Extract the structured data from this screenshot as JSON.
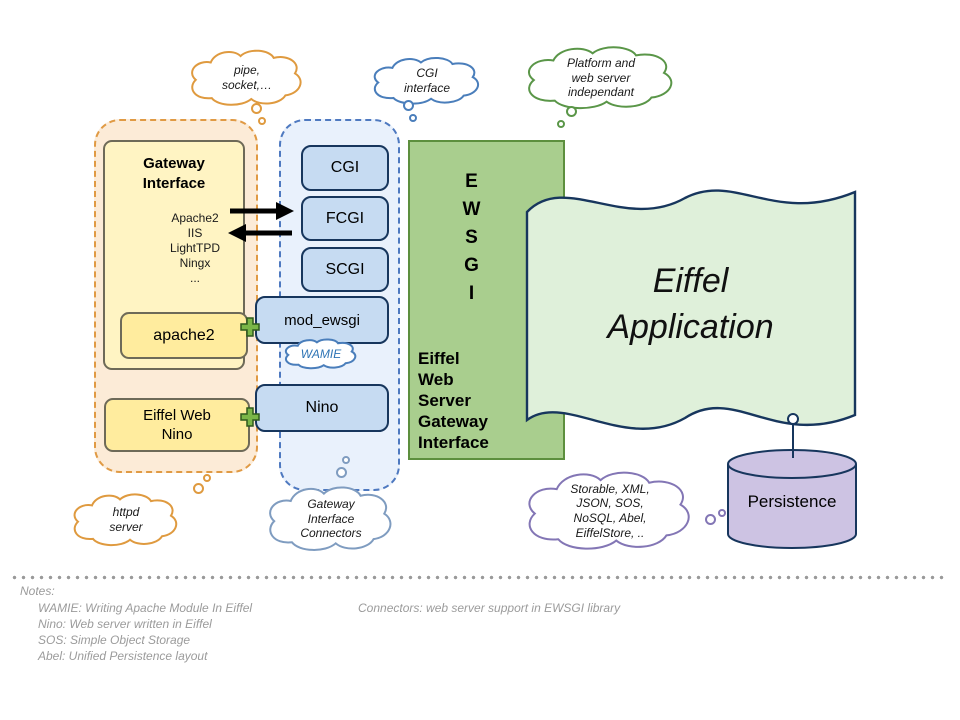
{
  "clouds": {
    "pipe_socket": "pipe,\nsocket,…",
    "cgi_interface": "CGI\ninterface",
    "platform_independent": "Platform and\nweb server\nindependant",
    "httpd_server": "httpd\nserver",
    "gateway_connectors": "Gateway\nInterface\nConnectors",
    "storable": "Storable, XML,\nJSON, SOS,\nNoSQL, Abel,\nEiffelStore, ..",
    "wamie": "WAMIE"
  },
  "gateway_panel": {
    "title": "Gateway\nInterface",
    "server_list": "Apache2\nIIS\nLightTPD\nNingx\n...",
    "apache2": "apache2",
    "eiffel_web_nino": "Eiffel Web\nNino"
  },
  "connector_boxes": {
    "cgi": "CGI",
    "fcgi": "FCGI",
    "scgi": "SCGI",
    "mod_ewsgi": "mod_ewsgi",
    "nino": "Nino"
  },
  "ewsgi": {
    "acronym": "E\nW\nS\nG\nI",
    "caption": "Eiffel\nWeb\nServer\nGateway\nInterface"
  },
  "application": {
    "title": "Eiffel\nApplication"
  },
  "persistence": {
    "label": "Persistence"
  },
  "notes": {
    "heading": "Notes:",
    "lines": [
      "WAMIE: Writing Apache Module In Eiffel",
      "Nino: Web server written in Eiffel",
      "SOS: Simple Object Storage",
      "Abel: Unified Persistence layout"
    ],
    "connectors_note": "Connectors: web server support in EWSGI library"
  },
  "colors": {
    "orange": "#df9a3f",
    "blue": "#4a7ebb",
    "green": "#5a9648",
    "navy": "#17365d",
    "purple": "#8376b5",
    "ewsgi_green": "#a9ce8e",
    "flag_green": "#dff0da",
    "yellow": "#fff4c3",
    "lavender": "#cdc3e3"
  }
}
